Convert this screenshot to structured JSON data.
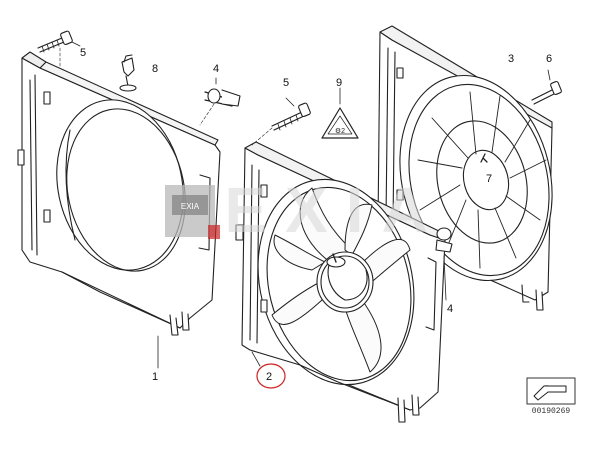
{
  "diagram": {
    "labels": {
      "l1": "1",
      "l2": "2",
      "l3": "3",
      "l4a": "4",
      "l4b": "4",
      "l5a": "5",
      "l5b": "5",
      "l6": "6",
      "l7": "7",
      "l8": "8",
      "l9": "9"
    },
    "highlight": {
      "part": "2",
      "color": "#cc2222"
    },
    "watermark": {
      "main": "EXIA",
      "badge": "EXIA"
    },
    "warning_symbol": "⚠",
    "reference_code": "00190269"
  }
}
